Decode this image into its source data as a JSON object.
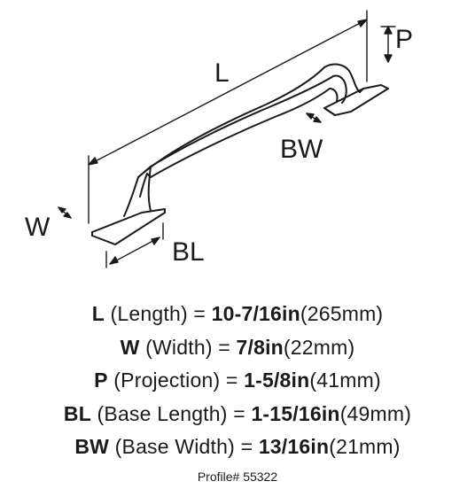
{
  "drawing": {
    "labels": {
      "L": "L",
      "W": "W",
      "P": "P",
      "BL": "BL",
      "BW": "BW"
    }
  },
  "specs": [
    {
      "abbr": "L",
      "desc": " (Length) = ",
      "imperial": "10-7/16in",
      "metric": "(265mm)"
    },
    {
      "abbr": "W",
      "desc": " (Width) = ",
      "imperial": "7/8in",
      "metric": "(22mm)"
    },
    {
      "abbr": "P",
      "desc": " (Projection) = ",
      "imperial": "1-5/8in",
      "metric": "(41mm)"
    },
    {
      "abbr": "BL",
      "desc": " (Base Length) = ",
      "imperial": "1-15/16in",
      "metric": "(49mm)"
    },
    {
      "abbr": "BW",
      "desc": " (Base Width) = ",
      "imperial": "13/16in",
      "metric": "(21mm)"
    }
  ],
  "profile": "Profile# 55322"
}
